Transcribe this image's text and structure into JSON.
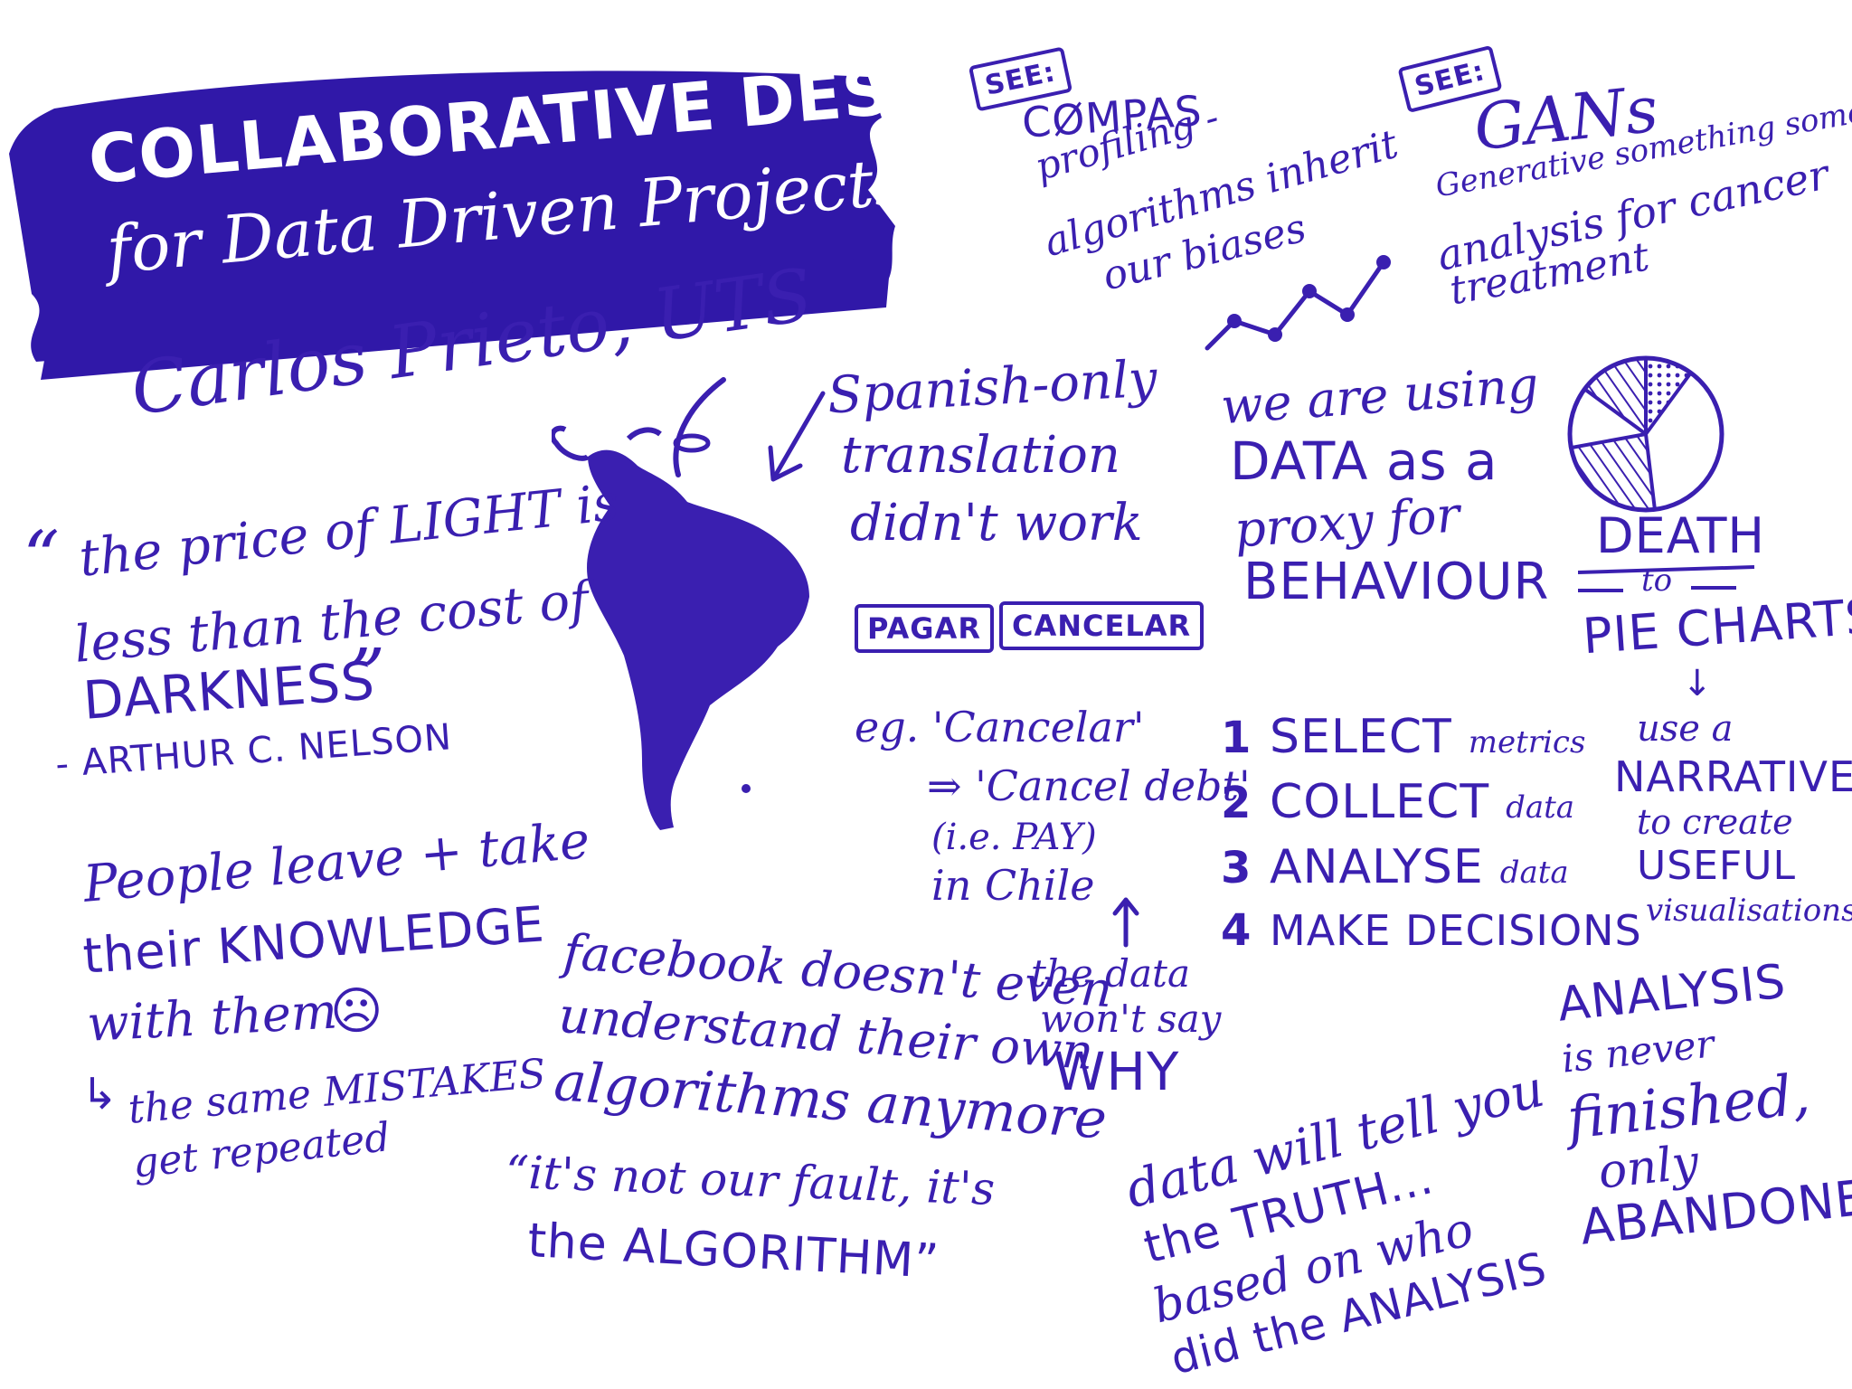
{
  "title_banner": {
    "line1": "COLLABORATIVE DESIGN",
    "line2": "for Data Driven Projects",
    "color": "#3018a8"
  },
  "speaker": "Carlos Prieto, UTS",
  "see_compas": {
    "tag": "SEE:",
    "title": "CØMPAS",
    "line1": "profiling -",
    "line2": "algorithms inherit",
    "line3": "our biases"
  },
  "see_gans": {
    "tag": "SEE:",
    "title": "GANs",
    "line1": "Generative something something..",
    "line2": "analysis for cancer",
    "line3": "treatment"
  },
  "quote_light": {
    "open": "“",
    "line1": "the price of LIGHT is",
    "line2": "less than the cost of",
    "line3": "DARKNESS",
    "close": "”",
    "author": "- ARTHUR C. NELSON"
  },
  "spanish_note": {
    "line1": "Spanish-only",
    "line2": "translation",
    "line3": "didn't work"
  },
  "buttons": {
    "pagar": "PAGAR",
    "cancelar": "CANCELAR"
  },
  "example": {
    "line1": "eg. 'Cancelar'",
    "line2": "⇒ 'Cancel debt'",
    "line3": "(i.e. PAY)",
    "line4": "in Chile"
  },
  "data_why": {
    "line1": "the data",
    "line2": "won't say",
    "line3": "WHY"
  },
  "proxy": {
    "line1": "we are using",
    "line2": "DATA as a",
    "line3": "proxy for",
    "line4": "BEHAVIOUR"
  },
  "steps": [
    {
      "num": "1",
      "big": "SELECT",
      "small": "metrics"
    },
    {
      "num": "2",
      "big": "COLLECT",
      "small": "data"
    },
    {
      "num": "3",
      "big": "ANALYSE",
      "small": "data"
    },
    {
      "num": "4",
      "big": "MAKE DECISIONS",
      "small": ""
    }
  ],
  "death_pie": {
    "line1": "DEATH",
    "line2": "to",
    "line3": "PIE CHARTS",
    "arrow": "↓",
    "n1": "use a",
    "n2": "NARRATIVE",
    "n3": "to create",
    "n4": "USEFUL",
    "n5": "visualisations"
  },
  "knowledge": {
    "line1": "People leave + take",
    "line2": "their KNOWLEDGE",
    "line3": "with them",
    "face": "☹",
    "line4": "the same MISTAKES",
    "line5": "get repeated",
    "arrow": "↳"
  },
  "facebook": {
    "line1": "facebook doesn't even",
    "line2": "understand their own",
    "line3": "algorithms anymore"
  },
  "fault_quote": {
    "line1": "“it's not our fault, it's",
    "line2": "the ALGORITHM”"
  },
  "truth": {
    "line1": "data will tell you",
    "line2": "the TRUTH...",
    "line3": "based on who",
    "line4": "did the ANALYSIS"
  },
  "analysis": {
    "line1": "ANALYSIS",
    "line2": "is never",
    "line3": "finished,",
    "line4": "only",
    "line5": "ABANDONED"
  }
}
